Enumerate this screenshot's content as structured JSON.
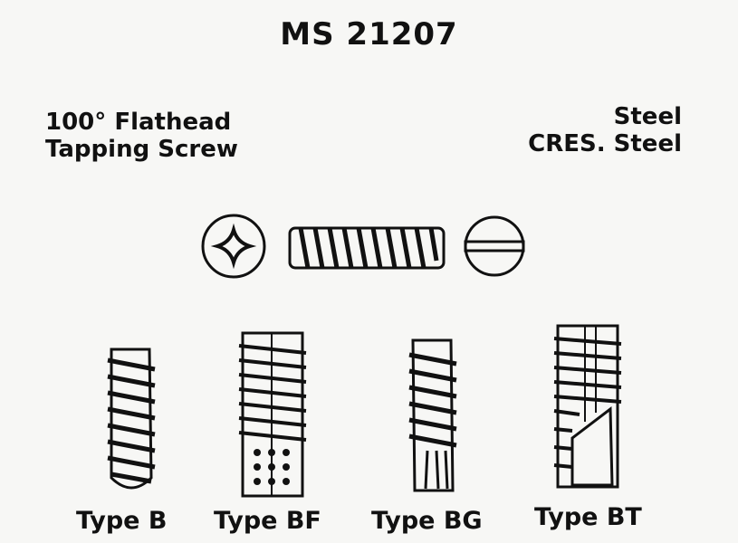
{
  "document": {
    "title": "MS 21207",
    "left_lines": [
      "100° Flathead",
      "Tapping Screw"
    ],
    "right_lines": [
      "Steel",
      "CRES. Steel"
    ],
    "types": [
      {
        "label": "Type B"
      },
      {
        "label": "Type BF"
      },
      {
        "label": "Type BG"
      },
      {
        "label": "Type BT"
      }
    ]
  },
  "colors": {
    "ink": "#111111",
    "paper": "#f7f7f5"
  }
}
